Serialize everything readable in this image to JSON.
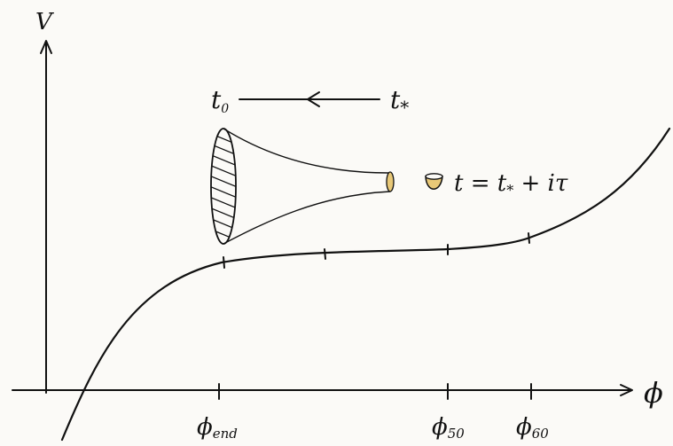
{
  "axes": {
    "y_label": "V",
    "x_label": "ϕ"
  },
  "x_ticks": [
    {
      "main": "ϕ",
      "sub": "end"
    },
    {
      "main": "ϕ",
      "sub": "50"
    },
    {
      "main": "ϕ",
      "sub": "60"
    }
  ],
  "arrow": {
    "left_label": {
      "main": "t",
      "sub": "0"
    },
    "right_label": {
      "main": "t",
      "sub": "*"
    }
  },
  "equation": {
    "lhs": "t = ",
    "mid": "t",
    "sub": "*",
    "rhs": " + iτ"
  },
  "colors": {
    "ink": "#111111",
    "paper": "#fbfaf7",
    "cup_fill": "#e8c877"
  }
}
